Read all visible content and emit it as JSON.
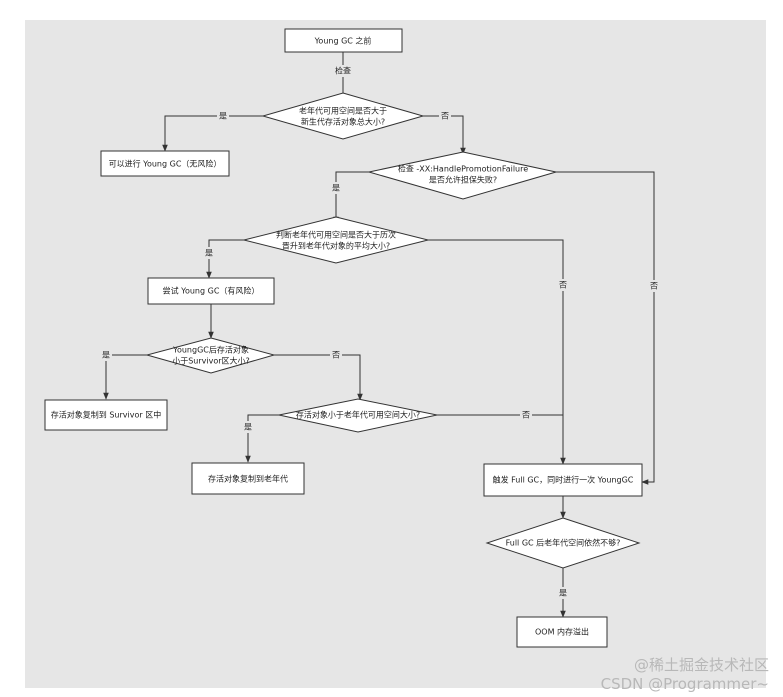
{
  "nodes": {
    "young_gc_before": "Young GC 之前",
    "check_old_vs_young": [
      "老年代可用空间是否大于",
      "新生代存活对象总大小?"
    ],
    "safe_young_gc": "可以进行 Young GC（无风险）",
    "check_handle_promotion": [
      "检查 -XX:HandlePromotionFailure",
      "是否允许担保失败?"
    ],
    "check_avg_promotion": [
      "判断老年代可用空间是否大于历次",
      "晋升到老年代对象的平均大小?"
    ],
    "try_young_gc": "尝试 Young GC（有风险）",
    "check_survivor": [
      "YoungGC后存活对象",
      "小于Survivor区大小?"
    ],
    "copy_to_survivor": "存活对象复制到 Survivor 区中",
    "check_old_space": "存活对象小于老年代可用空间大小?",
    "copy_to_old": "存活对象复制到老年代",
    "full_gc": "触发 Full GC，同时进行一次 YoungGC",
    "check_after_full_gc": "Full GC 后老年代空间依然不够?",
    "oom": "OOM 内存溢出"
  },
  "edge_labels": {
    "check": "检查",
    "yes": "是",
    "no": "否"
  },
  "watermark": {
    "line1": "@稀土掘金技术社区",
    "line2": "CSDN @Programmer~"
  },
  "colors": {
    "background": "#e6e6e6",
    "box_fill": "#ffffff",
    "stroke": "#333333",
    "text": "#222222"
  }
}
